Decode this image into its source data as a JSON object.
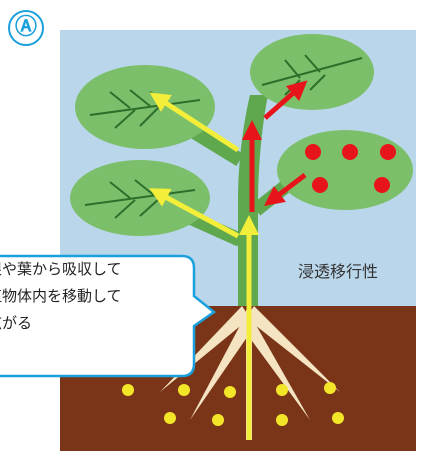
{
  "badge_label": "Ⓐ",
  "diagram_label": "浸透移行性",
  "callout_lines": [
    "根や葉から吸収して",
    "植物体内を移動して",
    "広がる"
  ],
  "colors": {
    "sky": "#b9d6ea",
    "soil": "#7a3518",
    "leaf": "#7cbf6a",
    "stem": "#5fa84e",
    "arrow_yellow": "#f3ee3a",
    "arrow_red": "#e8141b",
    "callout_border": "#1aa0dc",
    "badge": "#1aa0dc"
  }
}
